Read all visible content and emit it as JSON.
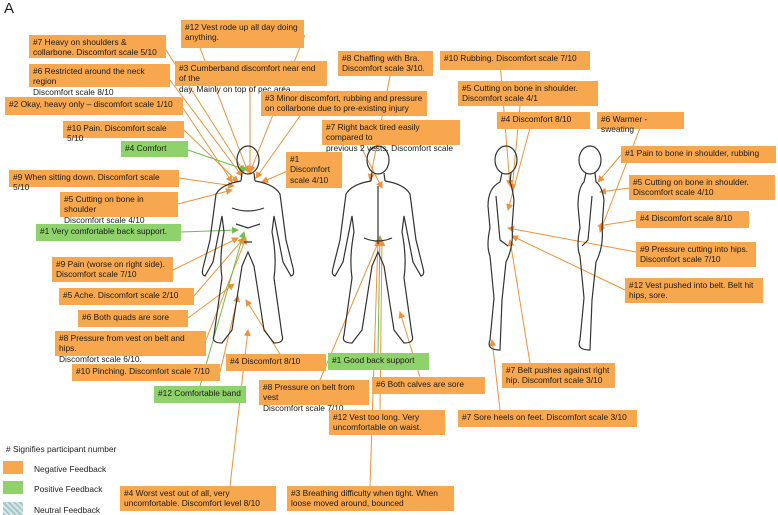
{
  "panel_letter": "A",
  "colors": {
    "negative": "#f7a84f",
    "positive": "#8fd16a",
    "neutral": "#b9d4d6",
    "arrow_negative": "#f0923a",
    "arrow_positive": "#6cbf4a",
    "figure": "#333333"
  },
  "legend": {
    "title": "# Signifies participant number",
    "negative": "Negative Feedback",
    "positive": "Positive Feedback",
    "neutral": "Neutral Feedback"
  },
  "labels": [
    {
      "id": "l1",
      "type": "negative",
      "text": "#7  Heavy on shoulders &\ncollarbone. Discomfort scale 5/10"
    },
    {
      "id": "l2",
      "type": "negative",
      "text": "#12 Vest rode up all day doing\nanything."
    },
    {
      "id": "l3",
      "type": "negative",
      "text": "#8 Chaffing with Bra.\nDiscomfort scale 3/10."
    },
    {
      "id": "l4",
      "type": "negative",
      "text": "#10 Rubbing. Discomfort scale 7/10"
    },
    {
      "id": "l5",
      "type": "negative",
      "text": "#6 Restricted around the neck region\nDiscomfort scale 8/10"
    },
    {
      "id": "l6",
      "type": "negative",
      "text": "#3 Cumberband  discomfort near end of the\nday. Mainly on top of pec area."
    },
    {
      "id": "l7",
      "type": "negative",
      "text": "#5 Cutting on bone in shoulder.\nDiscomfort scale 4/1"
    },
    {
      "id": "l8",
      "type": "negative",
      "text": "#2 Okay, heavy only – discomfort scale 1/10"
    },
    {
      "id": "l9",
      "type": "negative",
      "text": "#3 Minor discomfort, rubbing and pressure\non collarbone due to pre-existing injury"
    },
    {
      "id": "l10",
      "type": "negative",
      "text": "#4  Discomfort 8/10"
    },
    {
      "id": "l11",
      "type": "negative",
      "text": "#6  Warmer - sweating"
    },
    {
      "id": "l12",
      "type": "negative",
      "text": "#10  Pain. Discomfort scale 5/10"
    },
    {
      "id": "l13",
      "type": "negative",
      "text": "#7  Right back tired easily compared to\nprevious 2 vests. Discomfort scale 2/10"
    },
    {
      "id": "l14",
      "type": "positive",
      "text": "#4 Comfort"
    },
    {
      "id": "l15",
      "type": "negative",
      "text": "#1\nDiscomfort\nscale 4/10"
    },
    {
      "id": "l16",
      "type": "negative",
      "text": "#1 Pain to bone in shoulder, rubbing"
    },
    {
      "id": "l17",
      "type": "negative",
      "text": "#9 When sitting down.  Discomfort scale 5/10"
    },
    {
      "id": "l18",
      "type": "negative",
      "text": "#5 Cutting on bone in shoulder.\nDiscomfort scale 4/10"
    },
    {
      "id": "l19",
      "type": "negative",
      "text": "#5  Cutting on bone in shoulder\nDiscomfort scale 4/10"
    },
    {
      "id": "l20",
      "type": "negative",
      "text": "#4  Discomfort scale 8/10"
    },
    {
      "id": "l21",
      "type": "positive",
      "text": "#1 Very comfortable back support."
    },
    {
      "id": "l22",
      "type": "negative",
      "text": "#9 Pressure cutting into hips.\nDiscomfort scale 7/10"
    },
    {
      "id": "l23",
      "type": "negative",
      "text": "#9 Pain (worse on right side).\nDiscomfort scale 7/10"
    },
    {
      "id": "l24",
      "type": "negative",
      "text": "#12 Vest pushed into belt. Belt hit\nhips, sore."
    },
    {
      "id": "l25",
      "type": "negative",
      "text": "#5  Ache. Discomfort scale 2/10"
    },
    {
      "id": "l26",
      "type": "negative",
      "text": "#6 Both quads are sore"
    },
    {
      "id": "l27",
      "type": "negative",
      "text": "#8 Pressure from vest on belt and hips.\nDiscomfort scale 6/10."
    },
    {
      "id": "l28",
      "type": "negative",
      "text": "#4  Discomfort 8/10"
    },
    {
      "id": "l29",
      "type": "positive",
      "text": "#1 Good back support"
    },
    {
      "id": "l30",
      "type": "negative",
      "text": "#10   Pinching. Discomfort scale 7/10"
    },
    {
      "id": "l31",
      "type": "negative",
      "text": "#7 Belt pushes against right\nhip. Discomfort scale 3/10"
    },
    {
      "id": "l32",
      "type": "positive",
      "text": "#12 Comfortable band"
    },
    {
      "id": "l33",
      "type": "negative",
      "text": "#8 Pressure on belt from vest\nDiscomfort scale 7/10."
    },
    {
      "id": "l34",
      "type": "negative",
      "text": "#6 Both calves are sore"
    },
    {
      "id": "l35",
      "type": "negative",
      "text": "#12 Vest too long. Very\nuncomfortable on waist."
    },
    {
      "id": "l36",
      "type": "negative",
      "text": "#7 Sore heels on feet. Discomfort scale 3/10"
    },
    {
      "id": "l37",
      "type": "negative",
      "text": "#4 Worst vest out of all, very\nuncomfortable.  Discomfort level 8/10"
    },
    {
      "id": "l38",
      "type": "negative",
      "text": "#3 Breathing difficulty when tight. When\nloose moved around, bounced"
    }
  ]
}
